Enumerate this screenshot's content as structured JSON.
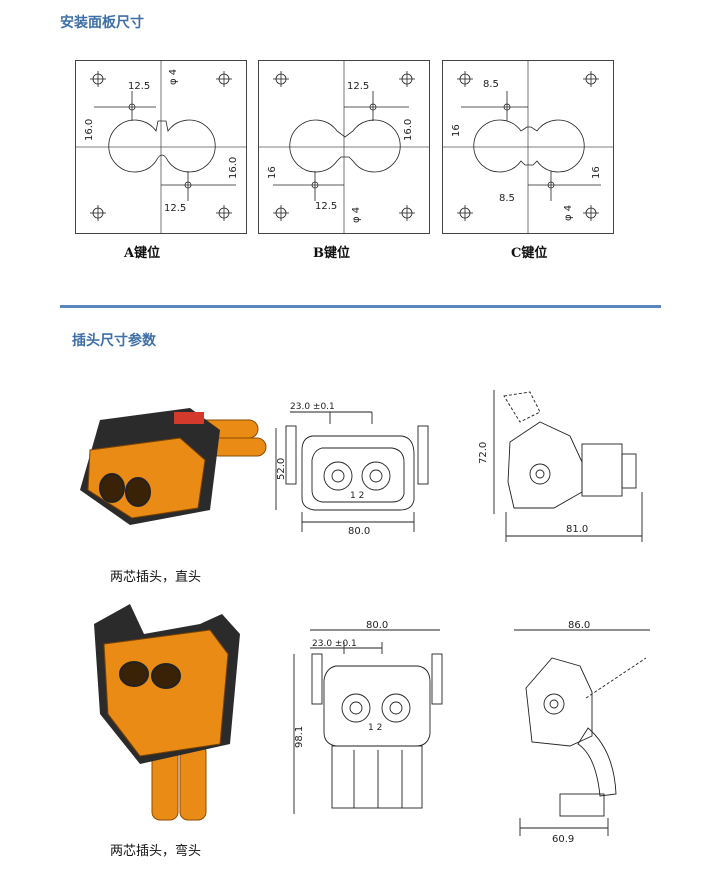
{
  "section1": {
    "title": "安装面板尺寸"
  },
  "panels": [
    {
      "key_label": "A键位",
      "dims": {
        "a": "12.5",
        "b": "φ 4",
        "c": "16.0",
        "d": "16.0",
        "e": "12.5"
      }
    },
    {
      "key_label": "B键位",
      "dims": {
        "a": "12.5",
        "b": "16.0",
        "c": "16",
        "d": "12.5",
        "e": "φ 4"
      }
    },
    {
      "key_label": "C键位",
      "dims": {
        "a": "8.5",
        "b": "16",
        "c": "16",
        "d": "8.5",
        "e": "φ 4"
      }
    }
  ],
  "section2": {
    "title": "插头尺寸参数"
  },
  "plugs": [
    {
      "caption": "两芯插头，直头",
      "front": {
        "width": "80.0",
        "height": "52.0",
        "pitch": "23.0 ±0.1",
        "pins": "1  2"
      },
      "side": {
        "width": "81.0",
        "height": "72.0"
      }
    },
    {
      "caption": "两芯插头，弯头",
      "front": {
        "width": "80.0",
        "height": "98.1",
        "pitch": "23.0 ±0.1",
        "pins": "1  2"
      },
      "side": {
        "width": "86.0",
        "bottom": "60.9"
      }
    }
  ],
  "colors": {
    "heading": "#3f6fa8",
    "divider": "#5b86bd",
    "plug_orange": "#e98b14",
    "plug_dark": "#2b2b2b"
  }
}
